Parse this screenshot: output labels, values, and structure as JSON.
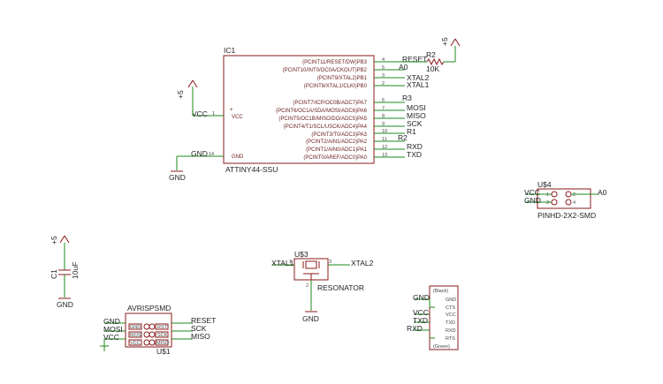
{
  "ic1": {
    "name": "IC1",
    "value": "ATTINY44-SSU",
    "vcc_label": "VCC",
    "gnd_label": "GND",
    "vcc_pin": "1",
    "gnd_pin": "14",
    "pins": [
      {
        "name": "(PCINT11/RESET/DW)PB3",
        "num": "4",
        "net": "RESET"
      },
      {
        "name": "(PCINT10/INT0/OC0A/CKOUT)PB2",
        "num": "5",
        "net": "A0"
      },
      {
        "name": "(PCINT9/XTAL2)PB1",
        "num": "3",
        "net": "XTAL2"
      },
      {
        "name": "(PCINT8/XTAL1/CLKI)PB0",
        "num": "2",
        "net": "XTAL1"
      },
      {
        "name": "(PCINT7/ICP/OC0B/ADC7)PA7",
        "num": "6",
        "net": ""
      },
      {
        "name": "(PCINT6/OC1A/SDA/MOSI/ADC6)PA6",
        "num": "7",
        "net": "MOSI"
      },
      {
        "name": "(PCINT5/OC1B/MISO/DO/ADC5)PA5",
        "num": "8",
        "net": "MISO"
      },
      {
        "name": "(PCINT4/T1/SCL/USCK/ADC4)PA4",
        "num": "9",
        "net": "SCK"
      },
      {
        "name": "(PCINT3/T0/ADC3)PA3",
        "num": "10",
        "net": "R1"
      },
      {
        "name": "(PCINT2/AIN1/ADC2)PA2",
        "num": "11",
        "net": ""
      },
      {
        "name": "(PCINT1/AIN0/ADC1)PA1",
        "num": "12",
        "net": "RXD"
      },
      {
        "name": "(PCINT0/AREF/ADC0)PA0",
        "num": "13",
        "net": "TXD"
      }
    ],
    "r3": "R3",
    "r2_lower": "R2"
  },
  "vcc_net": "VCC",
  "gnd_net": "GND",
  "supply": "+5",
  "r2": {
    "name": "R2",
    "value": "10K"
  },
  "c1": {
    "name": "C1",
    "value": "10uF"
  },
  "u4": {
    "name": "U$4",
    "value": "PINHD-2X2-SMD",
    "nets": [
      "VCC",
      "GND",
      "A0"
    ],
    "pins": [
      "1",
      "2",
      "3",
      "4"
    ]
  },
  "u3": {
    "name": "U$3",
    "value": "RESONATOR",
    "nets": [
      "XTAL1",
      "XTAL2"
    ],
    "pins": [
      "1",
      "2",
      "3"
    ]
  },
  "u1": {
    "name": "U$1",
    "value": "AVRISPSMD",
    "left_nets": [
      "GND",
      "MOSI",
      "VCC"
    ],
    "right_nets": [
      "RESET",
      "SCK",
      "MISO"
    ],
    "left_pins": [
      "GND",
      "MOSI",
      "VCC"
    ],
    "right_pins": [
      "RST",
      "SCK",
      "MISO"
    ]
  },
  "ftdi": {
    "top": "(Black)",
    "bottom": "(Green)",
    "pins": [
      "GND",
      "CTS",
      "VCC",
      "TXD",
      "RXD",
      "RTS"
    ],
    "nets": [
      "GND",
      "",
      "VCC",
      "TXD",
      "RXD",
      ""
    ]
  }
}
